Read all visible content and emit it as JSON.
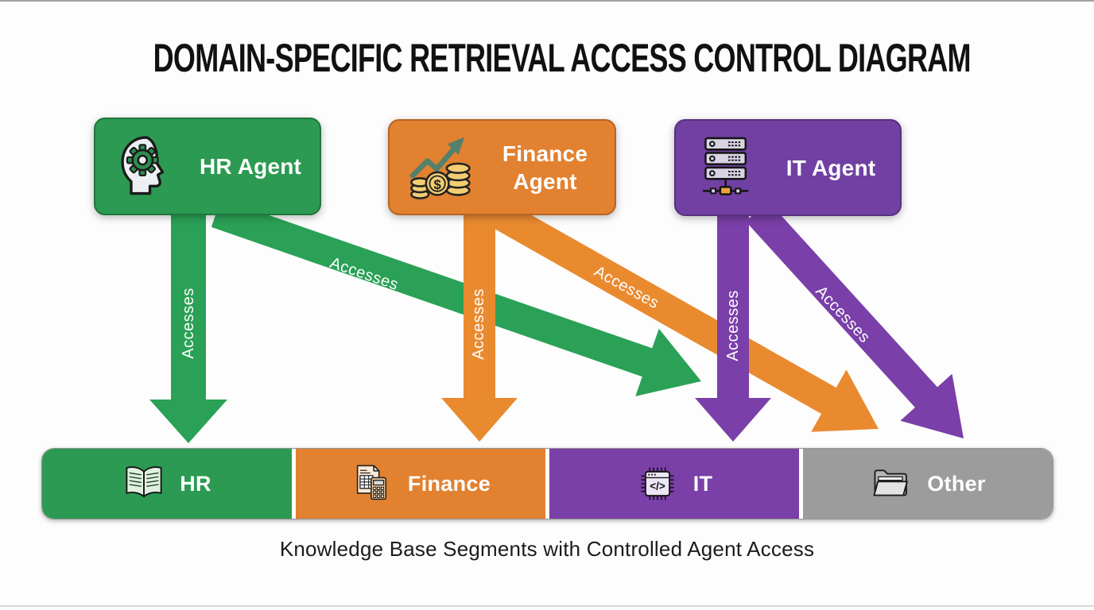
{
  "title": "DOMAIN-SPECIFIC RETRIEVAL ACCESS CONTROL DIAGRAM",
  "caption": "Knowledge Base Segments with Controlled Agent Access",
  "colors": {
    "hr_green": "#2c9a52",
    "finance_orange": "#e28130",
    "it_purple": "#7140a2",
    "other_gray": "#9c9c9c",
    "background": "#fdfdfd"
  },
  "agents": [
    {
      "label": "HR Agent",
      "icon": "brain-gear-icon",
      "color": "#2c9a52",
      "border": "#20763d"
    },
    {
      "label": "Finance Agent",
      "icon": "coins-trend-icon",
      "color": "#e28130",
      "border": "#b76420"
    },
    {
      "label": "IT Agent",
      "icon": "server-stack-icon",
      "color": "#7140a2",
      "border": "#57307f"
    }
  ],
  "segments": [
    {
      "label": "HR",
      "icon": "open-book-icon",
      "color": "#2c9a52"
    },
    {
      "label": "Finance",
      "icon": "document-calculator-icon",
      "color": "#e28130"
    },
    {
      "label": "IT",
      "icon": "chip-code-icon",
      "color": "#7b3fa8"
    },
    {
      "label": "Other",
      "icon": "folder-icon",
      "color": "#9c9c9c"
    }
  ],
  "arrows": [
    {
      "from": "HR Agent",
      "to": "HR",
      "label": "Accesses",
      "color": "#2aa156"
    },
    {
      "from": "HR Agent",
      "to": "IT",
      "label": "Accesses",
      "color": "#2aa156"
    },
    {
      "from": "Finance Agent",
      "to": "Finance",
      "label": "Accesses",
      "color": "#ea8a2f"
    },
    {
      "from": "Finance Agent",
      "to": "Other",
      "label": "Accesses",
      "color": "#ea8a2f"
    },
    {
      "from": "IT Agent",
      "to": "IT",
      "label": "Accesses",
      "color": "#7a3fa8"
    },
    {
      "from": "IT Agent",
      "to": "Other",
      "label": "Accesses",
      "color": "#7a3fa8"
    }
  ]
}
